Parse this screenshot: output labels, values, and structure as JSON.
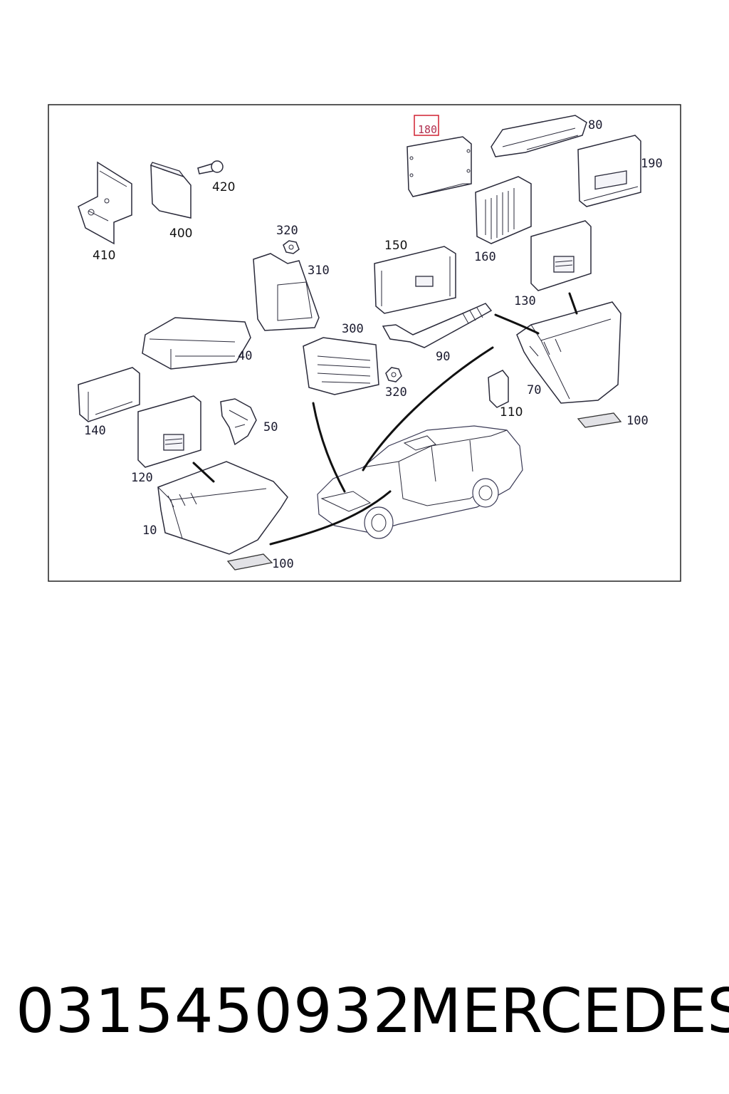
{
  "diagram": {
    "labels": {
      "l180": "180",
      "l80": "80",
      "l190": "190",
      "l420": "420",
      "l410": "410",
      "l400": "400",
      "l320a": "320",
      "l310": "310",
      "l150": "150",
      "l160": "160",
      "l130": "130",
      "l300": "300",
      "l40": "40",
      "l90": "90",
      "l320b": "320",
      "l140": "140",
      "l50": "50",
      "l110": "110",
      "l70": "70",
      "l100a": "100",
      "l120": "120",
      "l10": "10",
      "l100b": "100"
    },
    "highlighted_part": "180"
  },
  "caption": {
    "part_number": "0315450932",
    "brand": "MERCEDES"
  }
}
